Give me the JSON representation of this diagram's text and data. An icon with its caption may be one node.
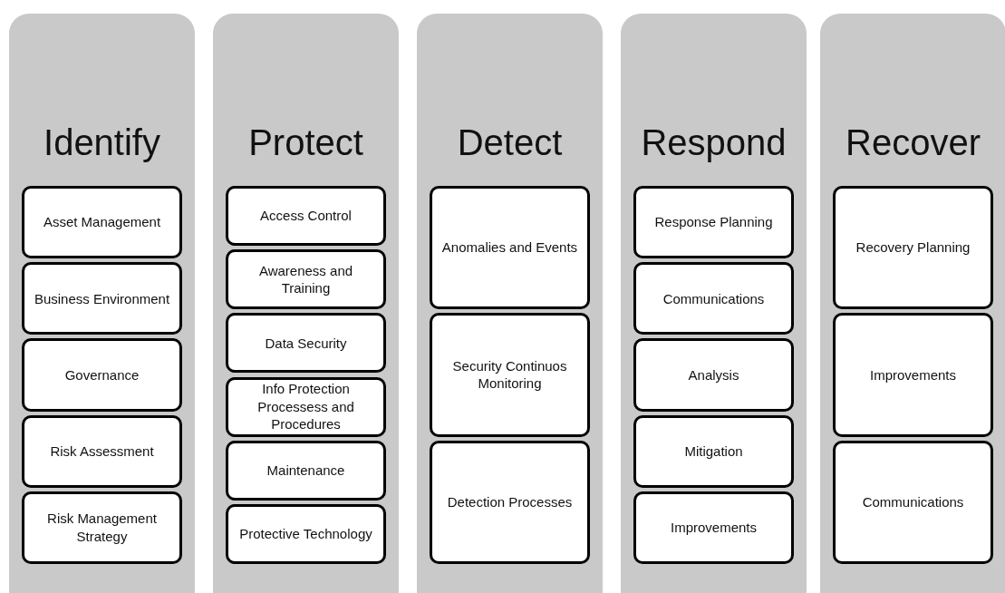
{
  "diagram": {
    "nodes": [
      {
        "text": [
          "Identify"
        ]
      },
      {
        "text": [
          "Asset Management"
        ],
        "in": 0
      },
      {
        "text": [
          "Business Environment"
        ],
        "in": 0
      },
      {
        "text": [
          "Governance"
        ],
        "in": 0
      },
      {
        "text": [
          "Risk Assessment"
        ],
        "in": 0
      },
      {
        "text": [
          "Risk Management Strategy"
        ],
        "in": 0
      },
      {
        "text": [
          "Protect"
        ]
      },
      {
        "text": [
          "Access Control"
        ],
        "in": 6
      },
      {
        "text": [
          "Awareness and Training"
        ],
        "in": 6
      },
      {
        "text": [
          "Data Security"
        ],
        "in": 6
      },
      {
        "text": [
          "Info Protection Processess and Procedures"
        ],
        "in": 6
      },
      {
        "text": [
          "Maintenance"
        ],
        "in": 6
      },
      {
        "text": [
          "Protective Technology"
        ],
        "in": 6
      },
      {
        "text": [
          "Detect"
        ]
      },
      {
        "text": [
          "Anomalies and Events"
        ],
        "in": 13
      },
      {
        "text": [
          "Security Continuos Monitoring"
        ],
        "in": 13
      },
      {
        "text": [
          "Detection Processes"
        ],
        "in": 13
      },
      {
        "text": [
          "Respond"
        ]
      },
      {
        "text": [
          "Response Planning"
        ],
        "in": 17
      },
      {
        "text": [
          "Communications"
        ],
        "in": 17
      },
      {
        "text": [
          "Analysis"
        ],
        "in": 17
      },
      {
        "text": [
          "Mitigation"
        ],
        "in": 17
      },
      {
        "text": [
          "Improvements"
        ],
        "in": 17
      },
      {
        "text": [
          "Recover"
        ]
      },
      {
        "text": [
          "Recovery Planning"
        ],
        "in": 23
      },
      {
        "text": [
          "Improvements"
        ],
        "in": 23
      },
      {
        "text": [
          "Communications"
        ],
        "in": 23
      }
    ]
  }
}
